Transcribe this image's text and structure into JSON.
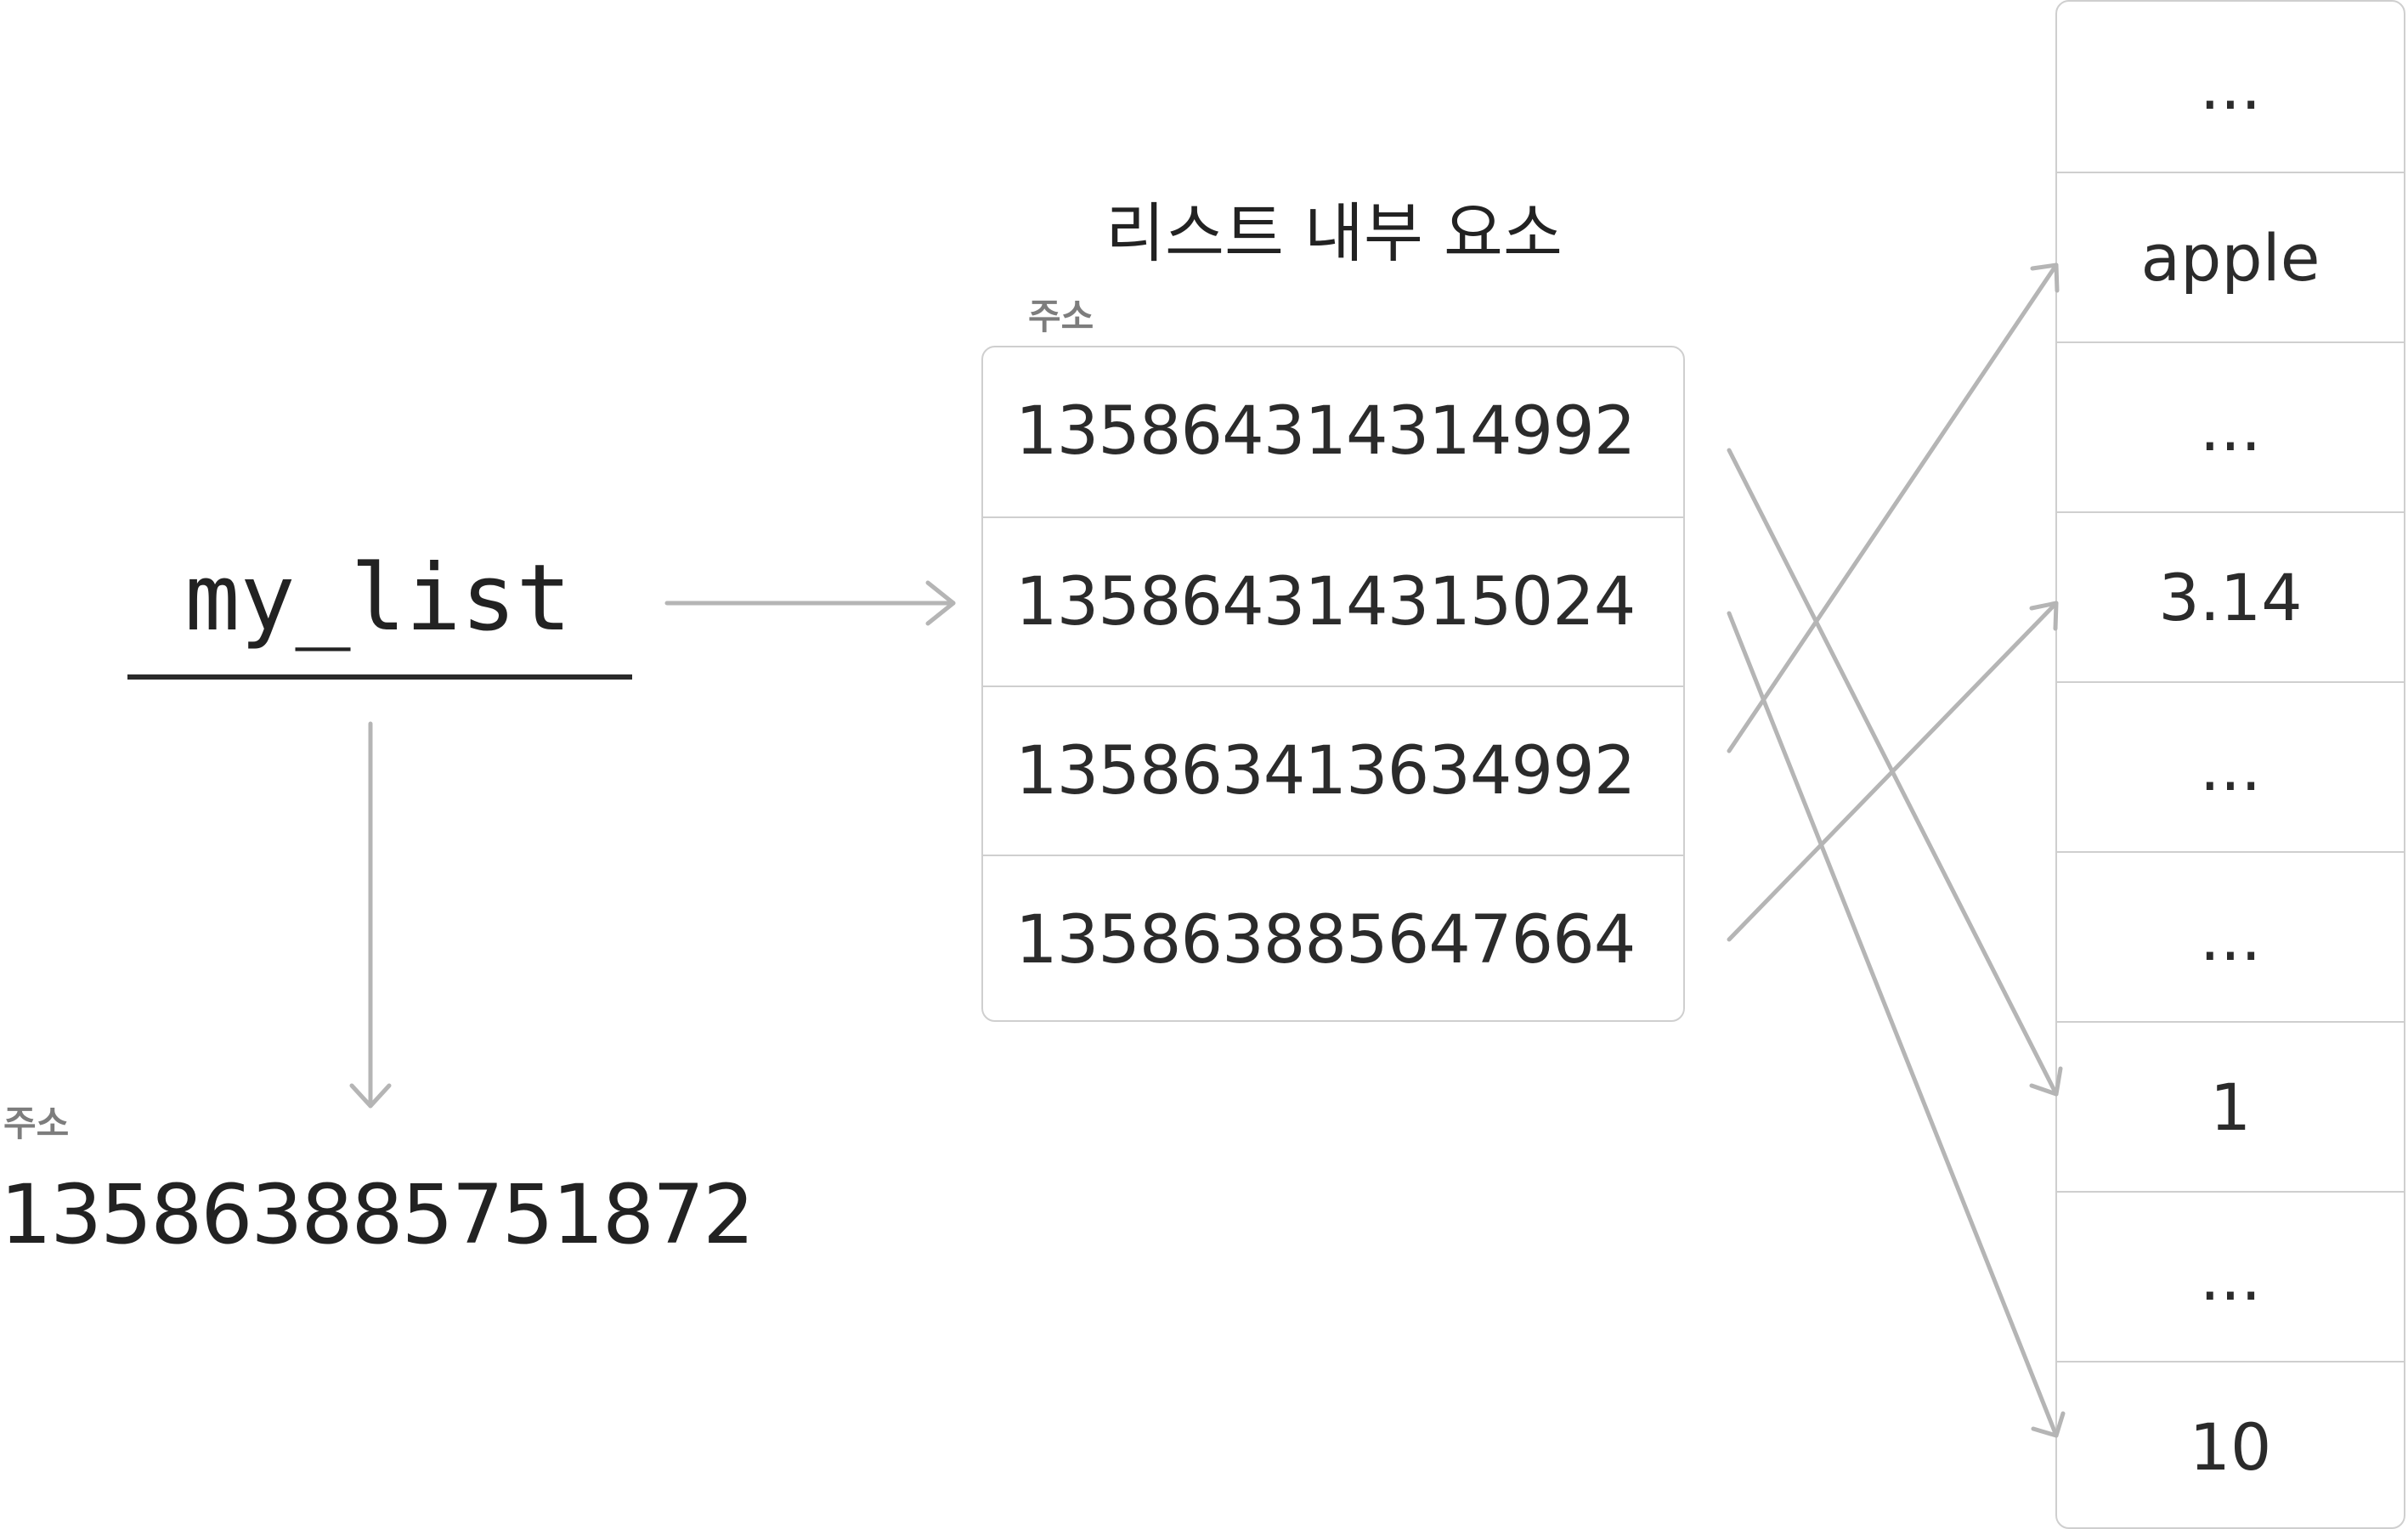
{
  "variable": {
    "name": "my_list",
    "address_label": "주소",
    "address": "135863885751872"
  },
  "list": {
    "title": "리스트 내부 요소",
    "address_label": "주소",
    "items": [
      "135864314314992",
      "135864314315024",
      "135863413634992",
      "135863885647664"
    ]
  },
  "memory": {
    "cells": [
      "...",
      "apple",
      "...",
      "3.14",
      "...",
      "...",
      "1",
      "...",
      "10"
    ]
  },
  "references": [
    {
      "from_item": 0,
      "to_cell": 6
    },
    {
      "from_item": 1,
      "to_cell": 8
    },
    {
      "from_item": 2,
      "to_cell": 1
    },
    {
      "from_item": 3,
      "to_cell": 3
    }
  ],
  "colors": {
    "arrow": "#b5b5b5",
    "border": "#cfcfcf",
    "text": "#2b2b2b",
    "label": "#7d7d7d"
  }
}
